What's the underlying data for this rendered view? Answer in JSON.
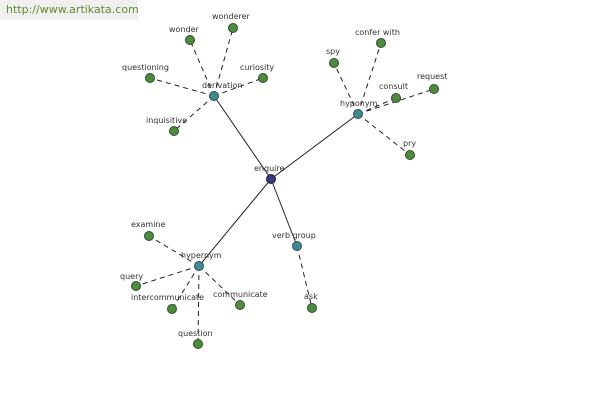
{
  "watermark": {
    "url": "http://www.artikata.com"
  },
  "colors": {
    "leaf": "#4e8b3e",
    "hub": "#3f8a92",
    "center": "#363b7a",
    "edge": "#222222"
  },
  "graph": {
    "center": "enquire",
    "hubs": [
      "derivation",
      "hyponym",
      "hypernym",
      "verb group"
    ],
    "leaves": {
      "derivation": [
        "wonderer",
        "wonder",
        "curiosity",
        "questioning",
        "inquisitive"
      ],
      "hyponym": [
        "confer with",
        "spy",
        "consult",
        "request",
        "pry"
      ],
      "hypernym": [
        "examine",
        "query",
        "intercommunicate",
        "communicate",
        "question"
      ],
      "verb group": [
        "ask"
      ]
    }
  }
}
